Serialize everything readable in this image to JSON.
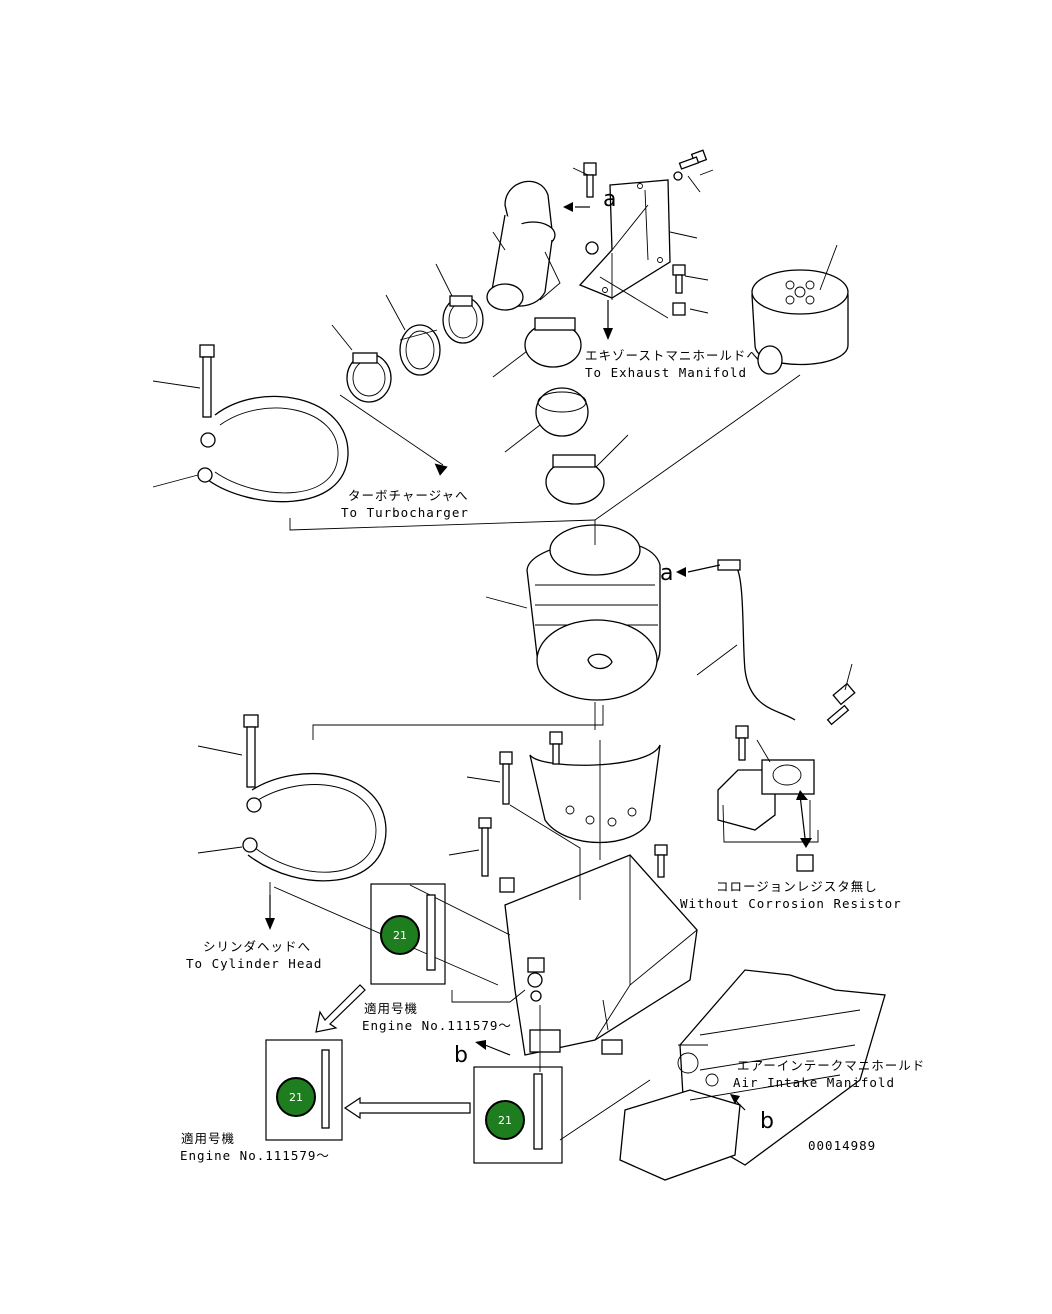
{
  "labels": {
    "exhaust_jp": "エキゾーストマニホールドへ",
    "exhaust_en": "To Exhaust Manifold",
    "turbo_jp": "ターボチャージャへ",
    "turbo_en": "To Turbocharger",
    "corrosion_jp": "コロージョンレジスタ無し",
    "corrosion_en": "Without Corrosion Resistor",
    "cylinder_jp": "シリンダヘッドへ",
    "cylinder_en": "To Cylinder Head",
    "applicable_jp_1": "適用号機",
    "engine_no_1": "Engine No.111579～",
    "applicable_jp_2": "適用号機",
    "engine_no_2": "Engine No.111579～",
    "intake_jp": "エアーインテークマニホールド",
    "intake_en": "Air Intake Manifold",
    "ref_a_top": "a",
    "ref_a_mid": "a",
    "ref_b_mid": "b",
    "ref_b_low": "b",
    "drawing_no": "00014989"
  },
  "badges": [
    {
      "text": "21",
      "color": "#1e7d1e"
    },
    {
      "text": "21",
      "color": "#1e7d1e"
    },
    {
      "text": "21",
      "color": "#1e7d1e"
    }
  ]
}
